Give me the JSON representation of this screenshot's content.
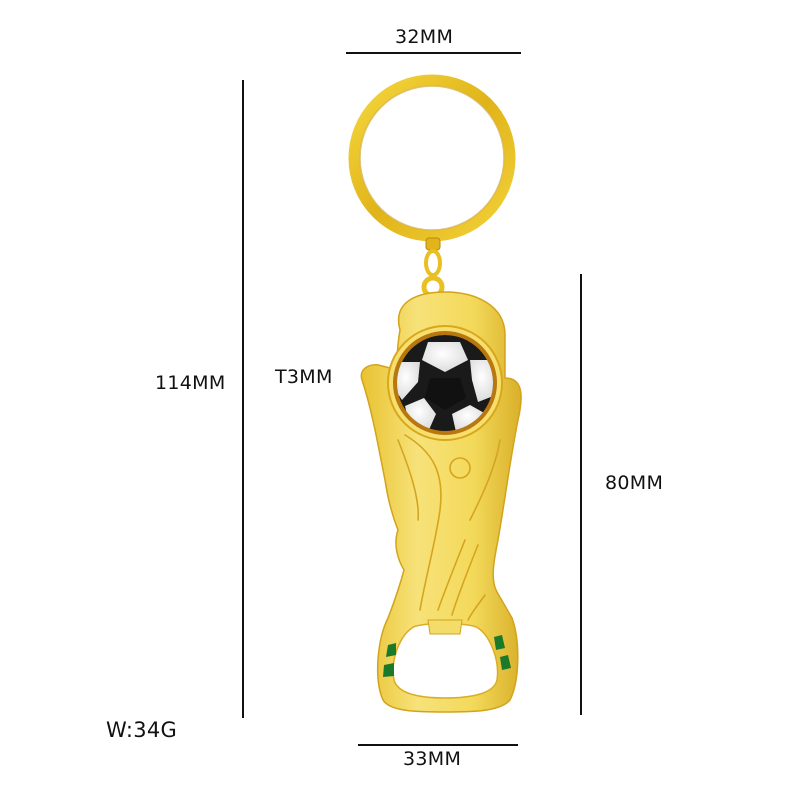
{
  "product": {
    "name": "soccer trophy keychain bottle opener",
    "metal_color": "#f2d64a",
    "metal_shadow": "#d9a81a",
    "accent_color": "#1a7a2a",
    "ball_colors": [
      "#1a1a1a",
      "#ffffff"
    ]
  },
  "dimensions": {
    "top_width": "32MM",
    "total_height": "114MM",
    "thickness": "T3MM",
    "body_height": "80MM",
    "bottom_width": "33MM",
    "weight": "W:34G"
  }
}
